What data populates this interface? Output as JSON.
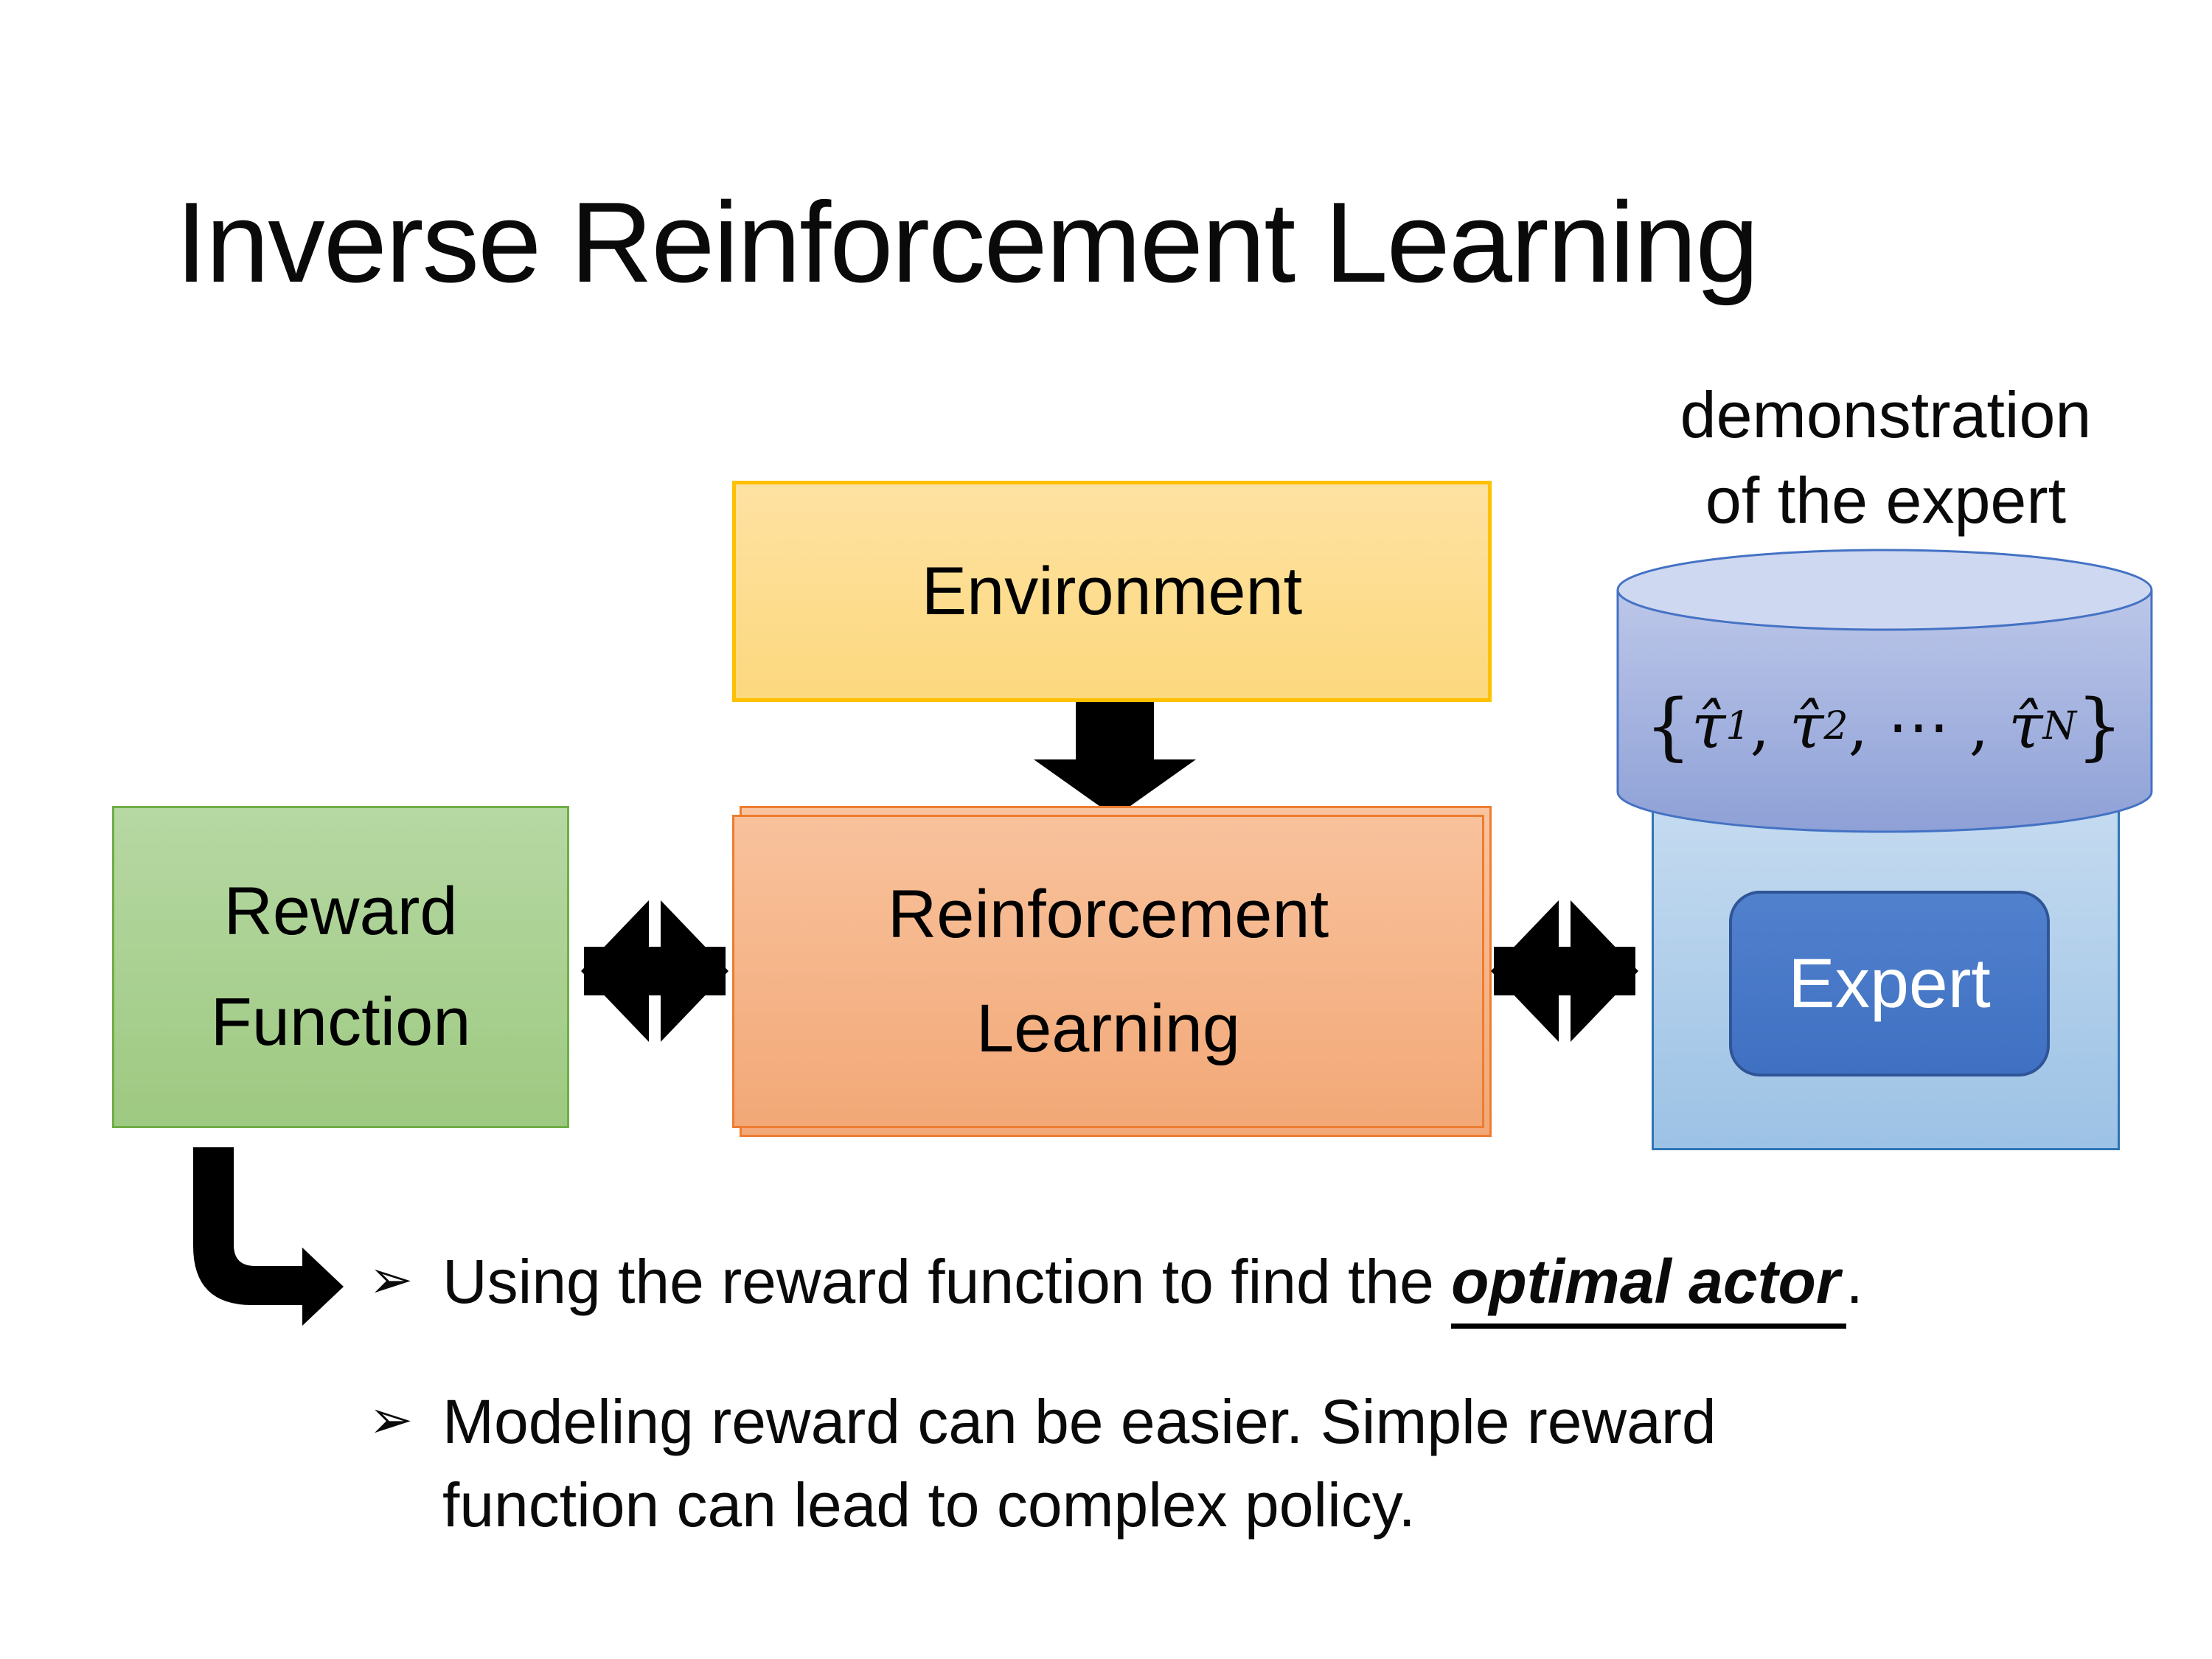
{
  "title": "Inverse Reinforcement Learning",
  "diagram": {
    "demo_caption": {
      "line1": "demonstration",
      "line2": "of the expert"
    },
    "environment": {
      "label": "Environment"
    },
    "reward": {
      "line1": "Reward",
      "line2": "Function"
    },
    "rl": {
      "line1": "Reinforcement",
      "line2": "Learning"
    },
    "expert": {
      "label": "Expert"
    },
    "formula": {
      "open": "{",
      "tau1": "τ̂",
      "sub1": "1",
      "c1": ", ",
      "tau2": "τ̂",
      "sub2": "2",
      "mid": ", ⋯ , ",
      "tau3": "τ̂",
      "subN": "N",
      "close": "}"
    }
  },
  "bullets": {
    "marker": "➢",
    "item1": {
      "pre": "Using the reward function to find the ",
      "emphasis": "optimal actor",
      "post": "."
    },
    "item2": {
      "line1": "Modeling reward can be easier. Simple reward",
      "line2": "function can lead to complex policy."
    }
  },
  "colors": {
    "environment_fill": "#FDDC8E",
    "environment_border": "#FFC000",
    "rl_fill": "#F6B68C",
    "rl_border": "#ED7D31",
    "reward_fill": "#ACD196",
    "reward_border": "#70AD47",
    "cylinder_fill_top": "#CFD8F1",
    "cylinder_fill_bottom": "#8EA0D6",
    "cylinder_border": "#4472C4",
    "container_fill": "#AECDEA",
    "container_border": "#2E75B6",
    "expert_fill": "#4472C4",
    "expert_border": "#2F5597",
    "arrow": "#000000"
  }
}
